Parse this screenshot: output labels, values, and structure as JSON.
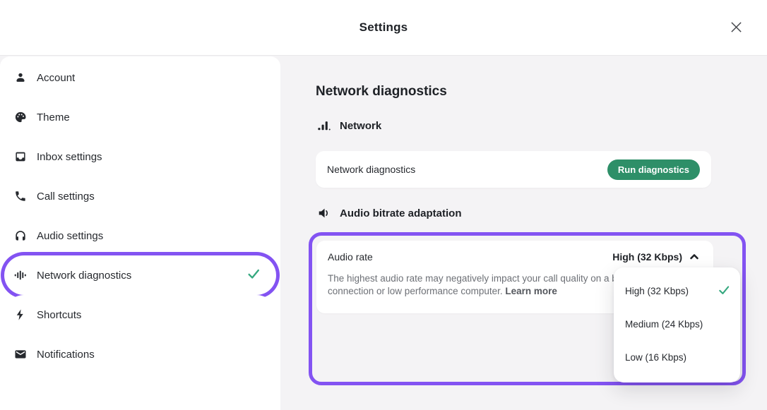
{
  "header": {
    "title": "Settings"
  },
  "sidebar": {
    "items": [
      {
        "label": "Account",
        "icon": "person-icon",
        "active": false
      },
      {
        "label": "Theme",
        "icon": "palette-icon",
        "active": false
      },
      {
        "label": "Inbox settings",
        "icon": "inbox-icon",
        "active": false
      },
      {
        "label": "Call settings",
        "icon": "phone-icon",
        "active": false
      },
      {
        "label": "Audio settings",
        "icon": "headphones-icon",
        "active": false
      },
      {
        "label": "Network diagnostics",
        "icon": "waveform-icon",
        "active": true,
        "checked": true
      },
      {
        "label": "Shortcuts",
        "icon": "lightning-icon",
        "active": false
      },
      {
        "label": "Notifications",
        "icon": "envelope-icon",
        "active": false
      }
    ]
  },
  "main": {
    "page_title": "Network diagnostics",
    "network_section": {
      "heading": "Network",
      "icon": "signal-bars-icon",
      "row_label": "Network diagnostics",
      "button_label": "Run diagnostics"
    },
    "audio_section": {
      "heading": "Audio bitrate adaptation",
      "icon": "speaker-icon",
      "row_label": "Audio rate",
      "selected_value": "High (32 Kbps)",
      "description_line1": "The highest audio rate may negatively impact your call quality on a bad",
      "description_line2": "connection or low performance computer.",
      "learn_more_label": "Learn more",
      "dropdown_options": [
        {
          "label": "High (32 Kbps)",
          "selected": true
        },
        {
          "label": "Medium (24 Kbps)",
          "selected": false
        },
        {
          "label": "Low (16 Kbps)",
          "selected": false
        }
      ]
    }
  },
  "colors": {
    "accent_purple": "#8353f2",
    "button_green": "#2e8f68",
    "check_green": "#35a87f",
    "background_gray": "#f4f3f5"
  }
}
